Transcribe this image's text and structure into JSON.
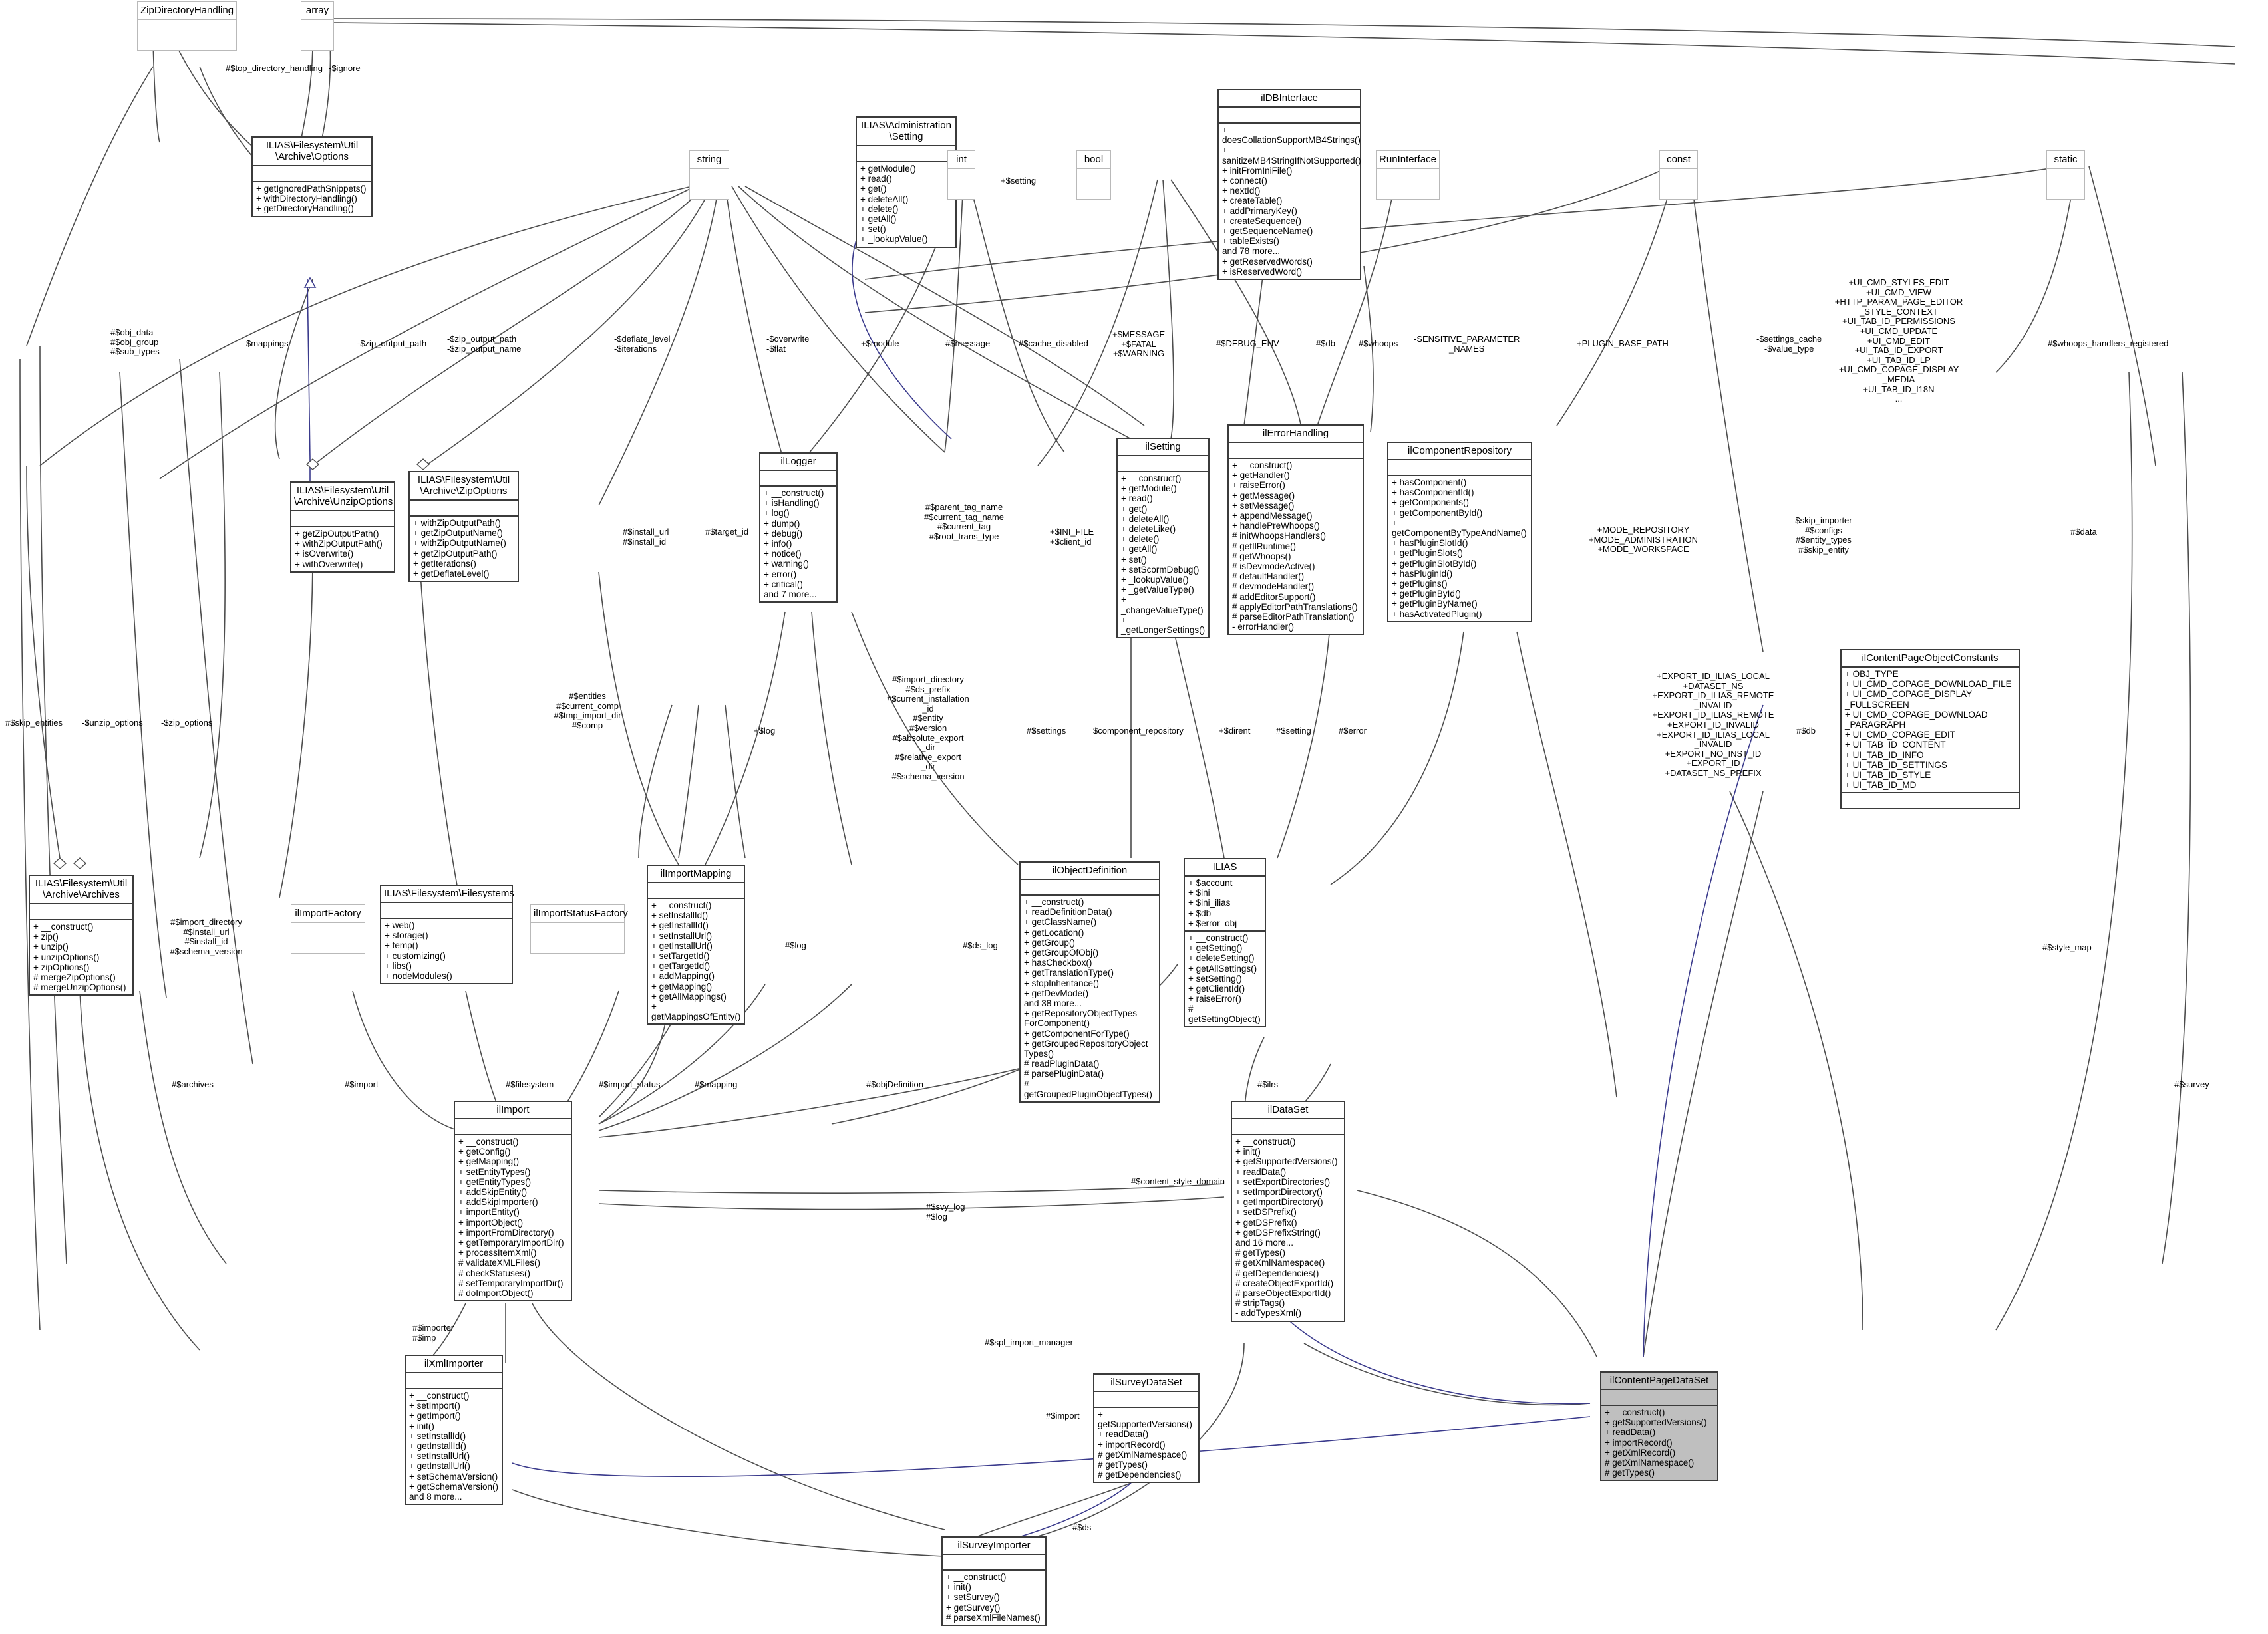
{
  "diagram": {
    "title": "ilContentPageDataSet class collaboration diagram",
    "kind": "uml-class-diagram",
    "colors": {
      "box_border": "#3b3b3b",
      "plain_border": "#b9b9b9",
      "highlight_fill": "#bfbfbf",
      "inherit_edge": "#3a3a8c",
      "assoc_edge": "#4d4d4d",
      "background": "#ffffff"
    }
  },
  "classes": [
    {
      "id": "zipdirhandling",
      "name": "ZipDirectoryHandling",
      "style": "plain",
      "attrs": [],
      "ops": []
    },
    {
      "id": "array",
      "name": "array",
      "style": "plain",
      "attrs": [],
      "ops": []
    },
    {
      "id": "archiveoptions",
      "name": "ILIAS\\Filesystem\\Util\n\\Archive\\Options",
      "style": "solid",
      "attrs": [],
      "ops": [
        "+ getIgnoredPathSnippets()",
        "+ withDirectoryHandling()",
        "+ getDirectoryHandling()"
      ]
    },
    {
      "id": "setting_admin",
      "name": "ILIAS\\Administration\n\\Setting",
      "style": "solid",
      "attrs": [],
      "ops": [
        "+ getModule()",
        "+ read()",
        "+ get()",
        "+ deleteAll()",
        "+ delete()",
        "+ getAll()",
        "+ set()",
        "+ _lookupValue()"
      ]
    },
    {
      "id": "string",
      "name": "string",
      "style": "plain",
      "attrs": [],
      "ops": []
    },
    {
      "id": "int",
      "name": "int",
      "style": "plain",
      "attrs": [],
      "ops": []
    },
    {
      "id": "bool",
      "name": "bool",
      "style": "plain",
      "attrs": [],
      "ops": []
    },
    {
      "id": "const",
      "name": "const",
      "style": "plain",
      "attrs": [],
      "ops": []
    },
    {
      "id": "static",
      "name": "static",
      "style": "plain",
      "attrs": [],
      "ops": []
    },
    {
      "id": "runinterface",
      "name": "RunInterface",
      "style": "plain",
      "attrs": [],
      "ops": []
    },
    {
      "id": "ildbinterface",
      "name": "ilDBInterface",
      "style": "solid",
      "attrs": [],
      "ops": [
        "+ doesCollationSupportMB4Strings()",
        "+ sanitizeMB4StringIfNotSupported()",
        "+ initFromIniFile()",
        "+ connect()",
        "+ nextId()",
        "+ createTable()",
        "+ addPrimaryKey()",
        "+ createSequence()",
        "+ getSequenceName()",
        "+ tableExists()",
        "and 78 more...",
        "+ getReservedWords()",
        "+ isReservedWord()"
      ]
    },
    {
      "id": "unzipoptions",
      "name": "ILIAS\\Filesystem\\Util\n\\Archive\\UnzipOptions",
      "style": "solid",
      "attrs": [],
      "ops": [
        "+ getZipOutputPath()",
        "+ withZipOutputPath()",
        "+ isOverwrite()",
        "+ withOverwrite()"
      ]
    },
    {
      "id": "zipoptions",
      "name": "ILIAS\\Filesystem\\Util\n\\Archive\\ZipOptions",
      "style": "solid",
      "attrs": [],
      "ops": [
        "+ withZipOutputPath()",
        "+ getZipOutputName()",
        "+ withZipOutputName()",
        "+ getZipOutputPath()",
        "+ getIterations()",
        "+ getDeflateLevel()"
      ]
    },
    {
      "id": "illogger",
      "name": "ilLogger",
      "style": "solid",
      "attrs": [],
      "ops": [
        "+ __construct()",
        "+ isHandling()",
        "+ log()",
        "+ dump()",
        "+ debug()",
        "+ info()",
        "+ notice()",
        "+ warning()",
        "+ error()",
        "+ critical()",
        "and 7 more..."
      ]
    },
    {
      "id": "ilsetting",
      "name": "ilSetting",
      "style": "solid",
      "attrs": [],
      "ops": [
        "+ __construct()",
        "+ getModule()",
        "+ read()",
        "+ get()",
        "+ deleteAll()",
        "+ deleteLike()",
        "+ delete()",
        "+ getAll()",
        "+ set()",
        "+ setScormDebug()",
        "+ _lookupValue()",
        "+ _getValueType()",
        "+ _changeValueType()",
        "+ _getLongerSettings()"
      ]
    },
    {
      "id": "ilerrorhandling",
      "name": "ilErrorHandling",
      "style": "solid",
      "attrs": [],
      "ops": [
        "+ __construct()",
        "+ getHandler()",
        "+ raiseError()",
        "+ getMessage()",
        "+ setMessage()",
        "+ appendMessage()",
        "+ handlePreWhoops()",
        "# initWhoopsHandlers()",
        "# getIlRuntime()",
        "# getWhoops()",
        "# isDevmodeActive()",
        "# defaultHandler()",
        "# devmodeHandler()",
        "# addEditorSupport()",
        "# applyEditorPathTranslations()",
        "# parseEditorPathTranslation()",
        "- errorHandler()"
      ]
    },
    {
      "id": "ilcomponentrepository",
      "name": "ilComponentRepository",
      "style": "solid",
      "attrs": [],
      "ops": [
        "+ hasComponent()",
        "+ hasComponentId()",
        "+ getComponents()",
        "+ getComponentById()",
        "+ getComponentByTypeAndName()",
        "+ hasPluginSlotId()",
        "+ getPluginSlots()",
        "+ getPluginSlotById()",
        "+ hasPluginId()",
        "+ getPlugins()",
        "+ getPluginById()",
        "+ getPluginByName()",
        "+ hasActivatedPlugin()"
      ]
    },
    {
      "id": "ilcontentpageobjectconstants",
      "name": "ilContentPageObjectConstants",
      "style": "solid",
      "attrs": [
        "+ OBJ_TYPE",
        "+ UI_CMD_COPAGE_DOWNLOAD_FILE",
        "+ UI_CMD_COPAGE_DISPLAY\n_FULLSCREEN",
        "+ UI_CMD_COPAGE_DOWNLOAD\n_PARAGRAPH",
        "+ UI_CMD_COPAGE_EDIT",
        "+ UI_TAB_ID_CONTENT",
        "+ UI_TAB_ID_INFO",
        "+ UI_TAB_ID_SETTINGS",
        "+ UI_TAB_ID_STYLE",
        "+ UI_TAB_ID_MD"
      ],
      "ops": []
    },
    {
      "id": "archives",
      "name": "ILIAS\\Filesystem\\Util\n\\Archive\\Archives",
      "style": "solid",
      "attrs": [],
      "ops": [
        "+ __construct()",
        "+ zip()",
        "+ unzip()",
        "+ unzipOptions()",
        "+ zipOptions()",
        "# mergeZipOptions()",
        "# mergeUnzipOptions()"
      ]
    },
    {
      "id": "ilimportfactory",
      "name": "ilImportFactory",
      "style": "plain",
      "attrs": [],
      "ops": []
    },
    {
      "id": "filesystems",
      "name": "ILIAS\\Filesystem\\Filesystems",
      "style": "solid",
      "attrs": [],
      "ops": [
        "+ web()",
        "+ storage()",
        "+ temp()",
        "+ customizing()",
        "+ libs()",
        "+ nodeModules()"
      ]
    },
    {
      "id": "ilimportstatusfactory",
      "name": "ilImportStatusFactory",
      "style": "plain",
      "attrs": [],
      "ops": []
    },
    {
      "id": "ilimportmapping",
      "name": "ilImportMapping",
      "style": "solid",
      "attrs": [],
      "ops": [
        "+ __construct()",
        "+ setInstallId()",
        "+ getInstallId()",
        "+ setInstallUrl()",
        "+ getInstallUrl()",
        "+ setTargetId()",
        "+ getTargetId()",
        "+ addMapping()",
        "+ getMapping()",
        "+ getAllMappings()",
        "+ getMappingsOfEntity()"
      ]
    },
    {
      "id": "ilobjectdefinition",
      "name": "ilObjectDefinition",
      "style": "solid",
      "attrs": [],
      "ops": [
        "+ __construct()",
        "+ readDefinitionData()",
        "+ getClassName()",
        "+ getLocation()",
        "+ getGroup()",
        "+ getGroupOfObj()",
        "+ hasCheckbox()",
        "+ getTranslationType()",
        "+ stopInheritance()",
        "+ getDevMode()",
        "and 38 more...",
        "+ getRepositoryObjectTypes\nForComponent()",
        "+ getComponentForType()",
        "+ getGroupedRepositoryObject\nTypes()",
        "# readPluginData()",
        "# parsePluginData()",
        "# getGroupedPluginObjectTypes()"
      ]
    },
    {
      "id": "ilias",
      "name": "ILIAS",
      "style": "solid",
      "attrs": [
        "+ $account",
        "+ $ini",
        "+ $ini_ilias",
        "+ $db",
        "+ $error_obj"
      ],
      "ops": [
        "+ __construct()",
        "+ getSetting()",
        "+ deleteSetting()",
        "+ getAllSettings()",
        "+ setSetting()",
        "+ getClientId()",
        "+ raiseError()",
        "# getSettingObject()"
      ]
    },
    {
      "id": "ilimport",
      "name": "ilImport",
      "style": "solid",
      "attrs": [],
      "ops": [
        "+ __construct()",
        "+ getConfig()",
        "+ getMapping()",
        "+ setEntityTypes()",
        "+ getEntityTypes()",
        "+ addSkipEntity()",
        "+ addSkipImporter()",
        "+ importEntity()",
        "+ importObject()",
        "+ importFromDirectory()",
        "+ getTemporaryImportDir()",
        "+ processItemXml()",
        "# validateXMLFiles()",
        "# checkStatuses()",
        "# setTemporaryImportDir()",
        "# doImportObject()"
      ]
    },
    {
      "id": "ildataset",
      "name": "ilDataSet",
      "style": "solid",
      "attrs": [],
      "ops": [
        "+ __construct()",
        "+ init()",
        "+ getSupportedVersions()",
        "+ readData()",
        "+ setExportDirectories()",
        "+ setImportDirectory()",
        "+ getImportDirectory()",
        "+ setDSPrefix()",
        "+ getDSPrefix()",
        "+ getDSPrefixString()",
        "and 16 more...",
        "# getTypes()",
        "# getXmlNamespace()",
        "# getDependencies()",
        "# createObjectExportId()",
        "# parseObjectExportId()",
        "# stripTags()",
        "- addTypesXml()"
      ]
    },
    {
      "id": "ilxmlimporter",
      "name": "ilXmlImporter",
      "style": "solid",
      "attrs": [],
      "ops": [
        "+ __construct()",
        "+ setImport()",
        "+ getImport()",
        "+ init()",
        "+ setInstallId()",
        "+ getInstallId()",
        "+ setInstallUrl()",
        "+ getInstallUrl()",
        "+ setSchemaVersion()",
        "+ getSchemaVersion()",
        "and 8 more..."
      ]
    },
    {
      "id": "ilsurveydataset",
      "name": "ilSurveyDataSet",
      "style": "solid",
      "attrs": [],
      "ops": [
        "+ getSupportedVersions()",
        "+ readData()",
        "+ importRecord()",
        "# getXmlNamespace()",
        "# getTypes()",
        "# getDependencies()"
      ]
    },
    {
      "id": "ilcontentpagedataset",
      "name": "ilContentPageDataSet",
      "style": "shaded",
      "attrs": [],
      "ops": [
        "+ __construct()",
        "+ getSupportedVersions()",
        "+ readData()",
        "+ importRecord()",
        "+ getXmlRecord()",
        "# getXmlNamespace()",
        "# getTypes()"
      ]
    },
    {
      "id": "ilsurveyimporter",
      "name": "ilSurveyImporter",
      "style": "solid",
      "attrs": [],
      "ops": [
        "+ __construct()",
        "+ init()",
        "+ setSurvey()",
        "+ getSurvey()",
        "# parseXmlFileNames()"
      ]
    }
  ],
  "edge_labels": [
    {
      "id": "l1",
      "text": "#$top_directory_handling"
    },
    {
      "id": "l2",
      "text": "-$ignore"
    },
    {
      "id": "l3",
      "text": "#$obj_data\n#$obj_group\n#$sub_types"
    },
    {
      "id": "l4",
      "text": "$mappings"
    },
    {
      "id": "l5",
      "text": "-$zip_output_path"
    },
    {
      "id": "l6",
      "text": "-$zip_output_path\n-$zip_output_name"
    },
    {
      "id": "l7",
      "text": "-$deflate_level\n-$iterations"
    },
    {
      "id": "l8",
      "text": "-$overwrite\n-$flat"
    },
    {
      "id": "l9",
      "text": "+$module"
    },
    {
      "id": "l10",
      "text": "#$message"
    },
    {
      "id": "l11",
      "text": "#$cache_disabled"
    },
    {
      "id": "l12",
      "text": "+$MESSAGE\n+$FATAL\n+$WARNING"
    },
    {
      "id": "l13",
      "text": "#$DEBUG_ENV"
    },
    {
      "id": "l14",
      "text": "#$db"
    },
    {
      "id": "l15",
      "text": "#$whoops"
    },
    {
      "id": "l16",
      "text": "-SENSITIVE_PARAMETER\n_NAMES"
    },
    {
      "id": "l17",
      "text": "+PLUGIN_BASE_PATH"
    },
    {
      "id": "l18",
      "text": "-$settings_cache\n-$value_type"
    },
    {
      "id": "l19",
      "text": "#$whoops_handlers_registered"
    },
    {
      "id": "l20",
      "text": "+$setting"
    },
    {
      "id": "l21",
      "text": "+UI_CMD_STYLES_EDIT\n+UI_CMD_VIEW\n+HTTP_PARAM_PAGE_EDITOR\n_STYLE_CONTEXT\n+UI_TAB_ID_PERMISSIONS\n+UI_CMD_UPDATE\n+UI_CMD_EDIT\n+UI_TAB_ID_EXPORT\n+UI_TAB_ID_LP\n+UI_CMD_COPAGE_DISPLAY\n_MEDIA\n+UI_TAB_ID_I18N\n..."
    },
    {
      "id": "l22",
      "text": "#$install_url\n#$install_id"
    },
    {
      "id": "l23",
      "text": "#$target_id"
    },
    {
      "id": "l24",
      "text": "#$parent_tag_name\n#$current_tag_name\n#$current_tag\n#$root_trans_type"
    },
    {
      "id": "l25",
      "text": "+$INI_FILE\n+$client_id"
    },
    {
      "id": "l26",
      "text": "+MODE_REPOSITORY\n+MODE_ADMINISTRATION\n+MODE_WORKSPACE"
    },
    {
      "id": "l27",
      "text": "$skip_importer\n#$configs\n#$entity_types\n#$skip_entity"
    },
    {
      "id": "l28",
      "text": "#$data"
    },
    {
      "id": "l29",
      "text": "#$skip_entities"
    },
    {
      "id": "l30",
      "text": "-$unzip_options"
    },
    {
      "id": "l31",
      "text": "-$zip_options"
    },
    {
      "id": "l32",
      "text": "#$entities\n#$current_comp\n#$tmp_import_dir\n#$comp"
    },
    {
      "id": "l33",
      "text": "+$log"
    },
    {
      "id": "l34",
      "text": "#$import_directory\n#$ds_prefix\n#$current_installation\n_id\n#$entity\n#$version\n#$absolute_export\n_dir\n#$relative_export\n_dir\n#$schema_version"
    },
    {
      "id": "l35",
      "text": "#$settings"
    },
    {
      "id": "l36",
      "text": "$component_repository"
    },
    {
      "id": "l37",
      "text": "+$dirent"
    },
    {
      "id": "l38",
      "text": "#$setting"
    },
    {
      "id": "l39",
      "text": "#$error"
    },
    {
      "id": "l40",
      "text": "+EXPORT_ID_ILIAS_LOCAL\n+DATASET_NS\n+EXPORT_ID_ILIAS_REMOTE\n_INVALID\n+EXPORT_ID_ILIAS_REMOTE\n+EXPORT_ID_INVALID\n+EXPORT_ID_ILIAS_LOCAL\n_INVALID\n+EXPORT_NO_INST_ID\n+EXPORT_ID\n+DATASET_NS_PREFIX"
    },
    {
      "id": "l41",
      "text": "#$db"
    },
    {
      "id": "l42",
      "text": "#$import_directory\n#$install_url\n#$install_id\n#$schema_version"
    },
    {
      "id": "l43",
      "text": "#$log"
    },
    {
      "id": "l44",
      "text": "#$ds_log"
    },
    {
      "id": "l45",
      "text": "#$archives"
    },
    {
      "id": "l46",
      "text": "#$import"
    },
    {
      "id": "l47",
      "text": "#$filesystem"
    },
    {
      "id": "l48",
      "text": "#$import_status"
    },
    {
      "id": "l49",
      "text": "#$mapping"
    },
    {
      "id": "l50",
      "text": "#$objDefinition"
    },
    {
      "id": "l51",
      "text": "#$ilrs"
    },
    {
      "id": "l52",
      "text": "#$style_map"
    },
    {
      "id": "l53",
      "text": "#$survey"
    },
    {
      "id": "l54",
      "text": "#$svy_log\n#$log"
    },
    {
      "id": "l55",
      "text": "#$content_style_domain"
    },
    {
      "id": "l56",
      "text": "#$spl_import_manager"
    },
    {
      "id": "l57",
      "text": "#$importer\n#$imp"
    },
    {
      "id": "l58",
      "text": "#$import"
    },
    {
      "id": "l59",
      "text": "#$ds"
    }
  ]
}
